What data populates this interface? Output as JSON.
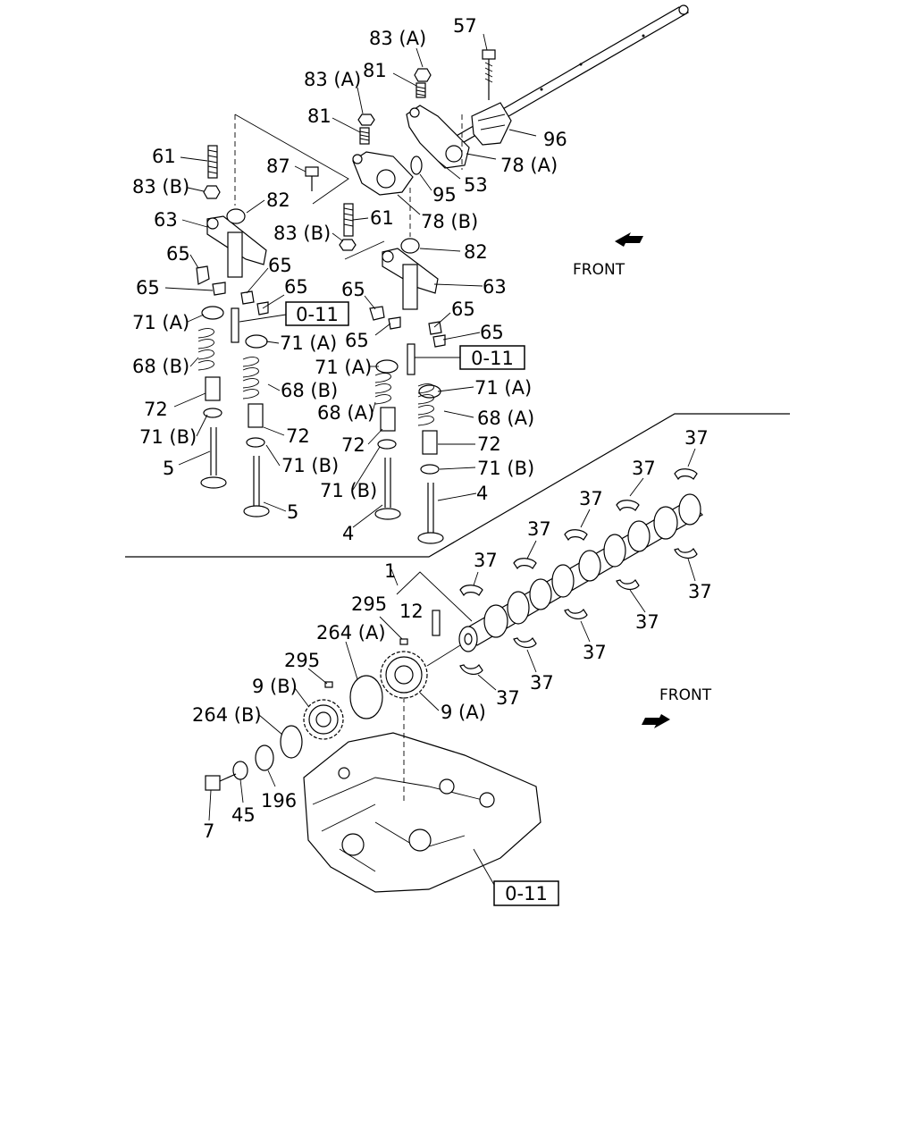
{
  "front_label": "FRONT",
  "ref_label": "0-11",
  "labels": {
    "p57": "57",
    "p83a_1": "83 (A)",
    "p83a_2": "83 (A)",
    "p81_1": "81",
    "p81_2": "81",
    "p96": "96",
    "p78a": "78 (A)",
    "p87": "87",
    "p61_1": "61",
    "p83b_1": "83 (B)",
    "p95": "95",
    "p53": "53",
    "p82_1": "82",
    "p78b": "78 (B)",
    "p63_1": "63",
    "p61_2": "61",
    "p83b_2": "83 (B)",
    "p82_2": "82",
    "p65_1": "65",
    "p65_2": "65",
    "p65_3": "65",
    "p65_4": "65",
    "p63_2": "63",
    "p65_5": "65",
    "p65_6": "65",
    "p65_7": "65",
    "p71a_1": "71 (A)",
    "p71a_2": "71 (A)",
    "p71a_3": "71 (A)",
    "p71a_4": "71 (A)",
    "p68b_1": "68 (B)",
    "p68b_2": "68 (B)",
    "p68a_1": "68 (A)",
    "p68a_2": "68 (A)",
    "p72_1": "72",
    "p72_2": "72",
    "p72_3": "72",
    "p72_4": "72",
    "p71b_1": "71 (B)",
    "p71b_2": "71 (B)",
    "p71b_3": "71 (B)",
    "p71b_4": "71 (B)",
    "p5_1": "5",
    "p5_2": "5",
    "p4_1": "4",
    "p4_2": "4",
    "p37_1": "37",
    "p37_2": "37",
    "p37_3": "37",
    "p37_4": "37",
    "p37_5": "37",
    "p37_6": "37",
    "p37_7": "37",
    "p37_8": "37",
    "p37_9": "37",
    "p37_10": "37",
    "p1": "1",
    "p12": "12",
    "p295_1": "295",
    "p295_2": "295",
    "p264a": "264 (A)",
    "p264b": "264 (B)",
    "p9b": "9 (B)",
    "p9a": "9 (A)",
    "p196": "196",
    "p45": "45",
    "p7": "7"
  }
}
